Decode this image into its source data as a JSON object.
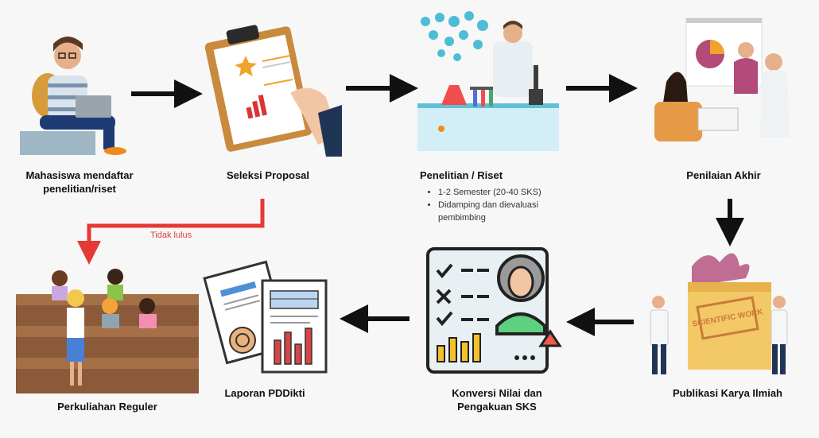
{
  "steps": {
    "register": "Mahasiswa mendaftar penelitian/riset",
    "selection": "Seleksi Proposal",
    "research": "Penelitian / Riset",
    "final_assessment": "Penilaian Akhir",
    "publication": "Publikasi Karya Ilmiah",
    "conversion": "Konversi Nilai dan Pengakuan SKS",
    "report": "Laporan PDDikti",
    "regular": "Perkuliahan Reguler"
  },
  "research_details": [
    "1-2 Semester (20-40 SKS)",
    "Didamping dan dievaluasi pembimbing"
  ],
  "fail_note": "Tidak lulus",
  "publication_sign": "SCIENTIFIC WORK",
  "colors": {
    "arrow": "#111111",
    "fail": "#e53935"
  }
}
